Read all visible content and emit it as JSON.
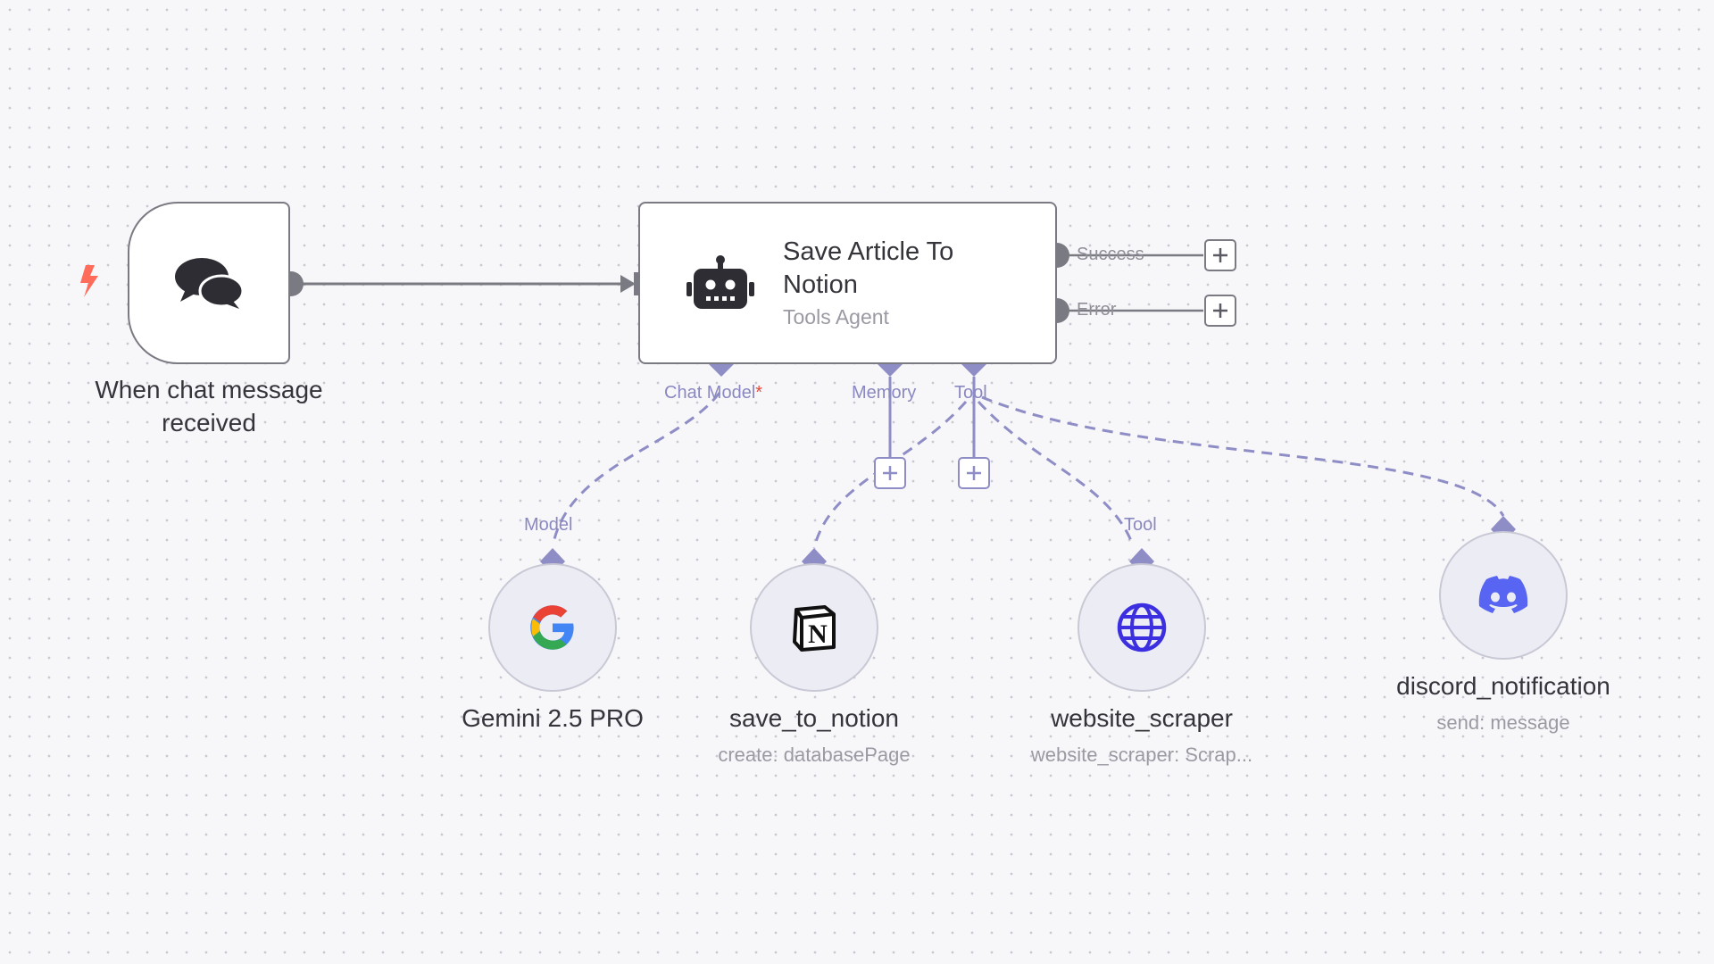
{
  "trigger": {
    "label": "When chat message received",
    "icon": "chat-bubbles-icon",
    "badge_icon": "lightning-bolt-icon"
  },
  "agent": {
    "title": "Save Article To Notion",
    "subtitle": "Tools Agent",
    "icon": "robot-icon",
    "outputs": [
      "Success",
      "Error"
    ],
    "inputs": {
      "chat_model": "Chat Model",
      "required_mark": "*",
      "memory": "Memory",
      "tool": "Tool"
    }
  },
  "sub_nodes": [
    {
      "name": "Gemini 2.5 PRO",
      "subtitle": "",
      "port_label": "Model",
      "icon": "google-icon"
    },
    {
      "name": "save_to_notion",
      "subtitle": "create: databasePage",
      "port_label": "",
      "icon": "notion-icon"
    },
    {
      "name": "website_scraper",
      "subtitle": "website_scraper: Scrap...",
      "port_label": "Tool",
      "icon": "globe-icon"
    },
    {
      "name": "discord_notification",
      "subtitle": "send: message",
      "port_label": "",
      "icon": "discord-icon"
    }
  ],
  "colors": {
    "canvas": "#f7f7fa",
    "edge": "#7a7a82",
    "ai_connection": "#8f8dc6",
    "trigger_bolt": "#ff6d5a",
    "globe": "#3b2fe0",
    "discord": "#5865f2"
  }
}
